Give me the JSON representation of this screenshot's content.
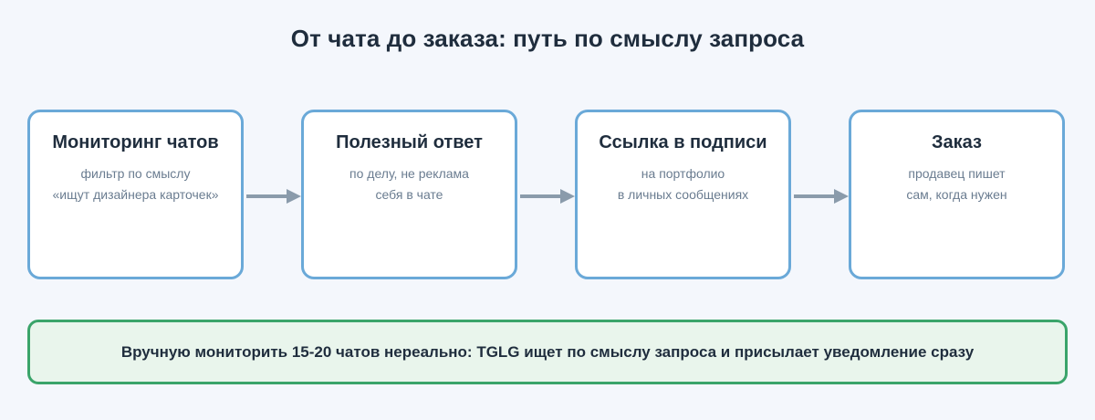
{
  "title": "От чата до заказа: путь по смыслу запроса",
  "steps": [
    {
      "title": "Мониторинг чатов",
      "lines": [
        "фильтр по смыслу",
        "«ищут дизайнера карточек»"
      ]
    },
    {
      "title": "Полезный ответ",
      "lines": [
        "по делу, не реклама",
        "себя в чате"
      ]
    },
    {
      "title": "Ссылка в подписи",
      "lines": [
        "на портфолио",
        "в личных сообщениях"
      ]
    },
    {
      "title": "Заказ",
      "lines": [
        "продавец пишет",
        "сам, когда нужен"
      ]
    }
  ],
  "summary": "Вручную мониторить 15-20 чатов нереально: TGLG ищет по смыслу запроса и присылает уведомление сразу",
  "colors": {
    "background": "#f4f7fc",
    "step_border": "#6aa9d8",
    "arrow": "#8a9bab",
    "summary_border": "#3aa46a",
    "summary_fill": "#e9f5ec"
  }
}
